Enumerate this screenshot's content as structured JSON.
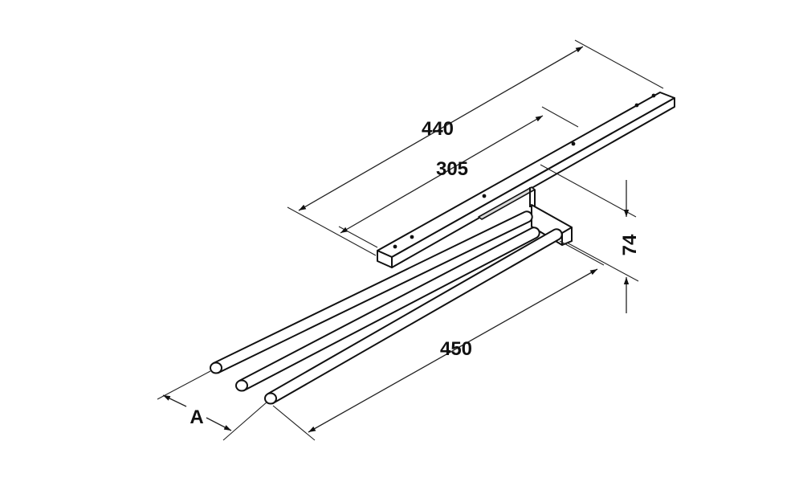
{
  "dimensions": {
    "rail_length": "440",
    "hole_spacing": "305",
    "rod_length": "450",
    "height": "74",
    "spacing_label": "A"
  },
  "colors": {
    "line": "#111111",
    "part_shade": "#d9d9d9",
    "background": "#ffffff"
  }
}
